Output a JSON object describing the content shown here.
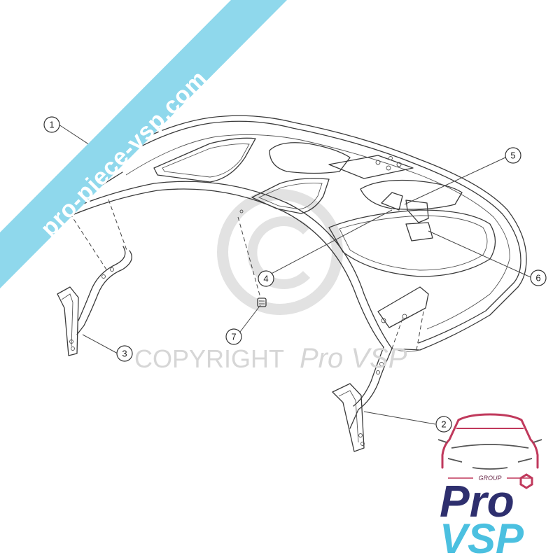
{
  "callouts": [
    {
      "id": "1",
      "label": "1"
    },
    {
      "id": "2",
      "label": "2"
    },
    {
      "id": "3",
      "label": "3"
    },
    {
      "id": "4",
      "label": "4"
    },
    {
      "id": "5",
      "label": "5"
    },
    {
      "id": "6",
      "label": "6"
    },
    {
      "id": "7",
      "label": "7"
    }
  ],
  "watermark": {
    "banner_text": "pro-piece-vsp.com",
    "copyright_text": "COPYRIGHT",
    "copyright_brand": "Pro VSP",
    "banner_color": "#8fd8ec",
    "callout_accent_color": "#c0395c"
  },
  "logo": {
    "group_text": "GROUP",
    "pro_text": "Pro",
    "vsp_text": "VSP",
    "pro_color": "#2e2f6e",
    "vsp_color": "#4bc0e0",
    "accent_color": "#c0395c"
  }
}
